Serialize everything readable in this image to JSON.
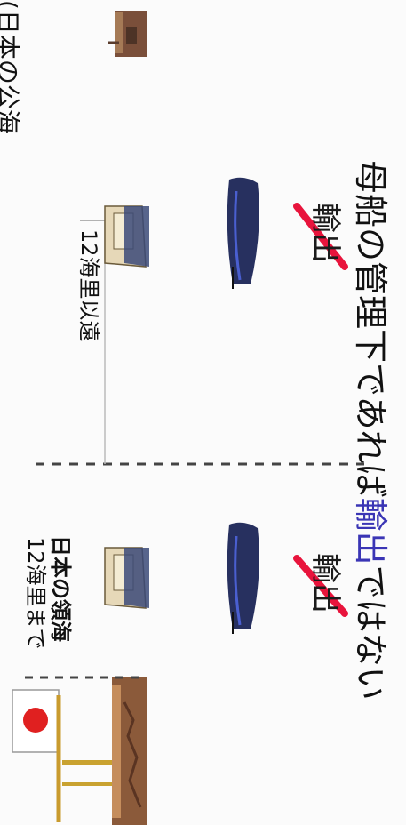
{
  "title_fragment": "(日本の公海上で)",
  "territorial_sea_label": "日本の領海",
  "within_12nm_label": "12海里まで",
  "beyond_12nm_label": "12海里以遠",
  "export_label": "輸出",
  "caption": {
    "prefix": "母船の管理下であれば",
    "highlight": "輸出",
    "suffix": "ではない"
  },
  "colors": {
    "highlight": "#3a35b5",
    "strike": "#e8143c",
    "flag_sun": "#e02020",
    "submarine": "#27305f"
  }
}
